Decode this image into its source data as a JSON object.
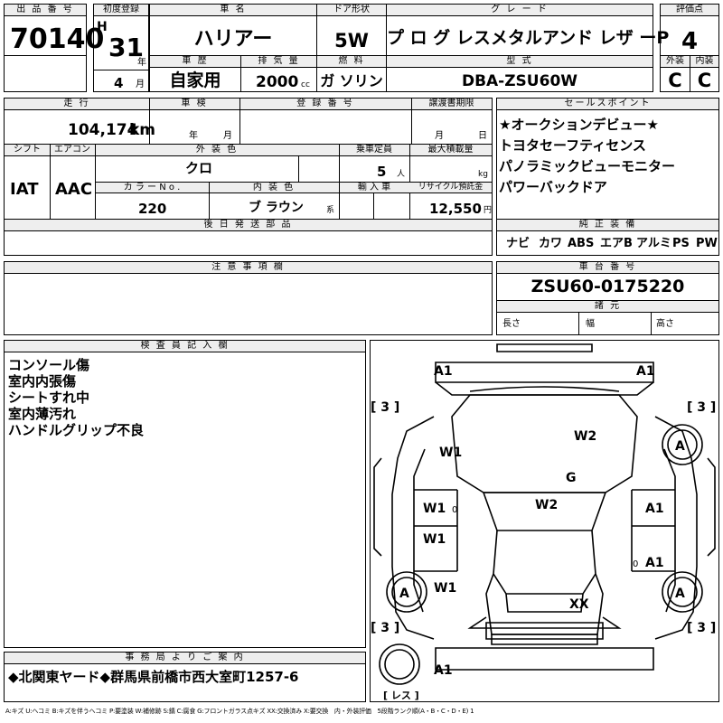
{
  "header": {
    "lot_label": "出 品 番 号",
    "lot_number": "70140",
    "first_reg_label": "初度登録",
    "era": "H",
    "year": "31",
    "year_unit": "年",
    "month": "4",
    "month_unit": "月",
    "car_name_label": "車 名",
    "car_name": "ハリアー",
    "door_label": "ドア形状",
    "door": "5W",
    "grade_label": "グ レ ー ド",
    "grade": "プ ロ グ レスメタルアンド レザ ーP",
    "score_label": "評価点",
    "score": "4",
    "history_label": "車 歴",
    "history": "自家用",
    "displacement_label": "排 気 量",
    "displacement": "2000",
    "displacement_unit": "cc",
    "fuel_label": "燃 料",
    "fuel": "ガ ソリン",
    "model_label": "型 式",
    "model": "DBA-ZSU60W",
    "exterior_label": "外装",
    "exterior": "C",
    "interior_label": "内装",
    "interior": "C"
  },
  "details": {
    "mileage_label": "走 行",
    "mileage": "104,174",
    "mileage_unit": "km",
    "inspection_label": "車 検",
    "inspection_year_unit": "年",
    "inspection_month_unit": "月",
    "reg_no_label": "登 録 番 号",
    "transfer_label": "譲渡書期限",
    "transfer_month_unit": "月",
    "transfer_day_unit": "日",
    "shift_label": "シフト",
    "shift": "IAT",
    "ac_label": "エアコン",
    "ac": "AAC",
    "ext_color_label": "外 装 色",
    "ext_color": "クロ",
    "capacity_label": "乗車定員",
    "capacity": "5",
    "capacity_unit": "人",
    "load_label": "最大積載量",
    "load_unit": "kg",
    "color_no_label": "カ ラ ー N o .",
    "color_no": "220",
    "int_color_label": "内 装 色",
    "int_color": "ブ ラウン",
    "int_color_suffix": "系",
    "import_label": "輸 入 車",
    "recycle_label": "リサイクル預託金",
    "recycle": "12,550",
    "recycle_unit": "円",
    "later_parts_label": "後 日 発 送 部 品"
  },
  "sales_points": {
    "label": "セールスポイント",
    "items": [
      "★オークションデビュー★",
      "トヨタセーフティセンス",
      "パノラミックビューモニター",
      "パワーバックドア"
    ]
  },
  "equipment": {
    "label": "純 正 装 備",
    "items": [
      "ナビ",
      "カワ",
      "ABS",
      "エアB",
      "アルミ",
      "PS",
      "PW"
    ]
  },
  "notes": {
    "label": "注 意 事 項 欄"
  },
  "chassis": {
    "label": "車 台 番 号",
    "number": "ZSU60-0175220",
    "specs_label": "諸 元",
    "length_label": "長さ",
    "width_label": "幅",
    "height_label": "高さ"
  },
  "inspector": {
    "label": "検 査 員 記 入 欄",
    "lines": [
      "コンソール傷",
      "室内内張傷",
      "シートすれ中",
      "室内薄汚れ",
      "ハンドルグリップ不良"
    ]
  },
  "office": {
    "label": "事 務 局 よ り ご 案 内",
    "text": "◆北関東ヤード◆群馬県前橋市西大室町1257-6"
  },
  "diagram": {
    "marks": {
      "a1_front_left": "A1",
      "a1_front_right": "A1",
      "tire_fl": "[ 3 ]",
      "tire_fr": "[ 3 ]",
      "tire_rl": "[ 3 ]",
      "tire_rr": "[ 3 ]",
      "wheel_fr": "A",
      "wheel_rl": "A",
      "wheel_rr": "A",
      "w2_hood": "W2",
      "w1_left_fender": "W1",
      "g_windshield": "G",
      "w1_left_door_front": "W1",
      "w2_roof": "W2",
      "a1_right_door_front": "A1",
      "w1_left_door_rear": "W1",
      "a1_right_door_rear": "A1",
      "w1_left_quarter": "W1",
      "xx_rear": "XX",
      "a1_rear_bumper": "A1",
      "spare": "[ レス ]",
      "zero1": "0",
      "zero2": "0"
    }
  },
  "legend": "A:キズ U:ヘコミ B:キズを伴うヘコミ P:要塗装 W:補修跡 S:錆 C:腐食 G:フロントガラス点キズ XX:交換済み X:要交換　内・外装評価　5段階ランク順(A・B・C・D・E) 1"
}
